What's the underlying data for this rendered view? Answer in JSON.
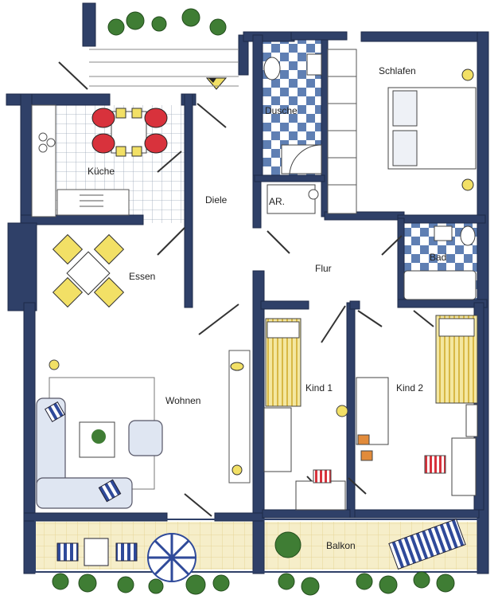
{
  "rooms": {
    "schlafen": "Schlafen",
    "dusche": "Dusche",
    "kueche": "Küche",
    "diele": "Diele",
    "ar": "AR.",
    "essen": "Essen",
    "flur": "Flur",
    "bad": "Bad",
    "wohnen": "Wohnen",
    "kind1": "Kind 1",
    "kind2": "Kind 2",
    "balkon": "Balkon"
  },
  "colors": {
    "wall": "#3c4f76",
    "wall_fill": "#2f4068",
    "tile_blue": "#5f7fb3",
    "floor_yellow": "#f6eec9",
    "chair_yellow": "#f2e066",
    "chair_red": "#d8323c",
    "plant_green": "#3f7d34",
    "sofa_blue": "#dfe6f2"
  }
}
